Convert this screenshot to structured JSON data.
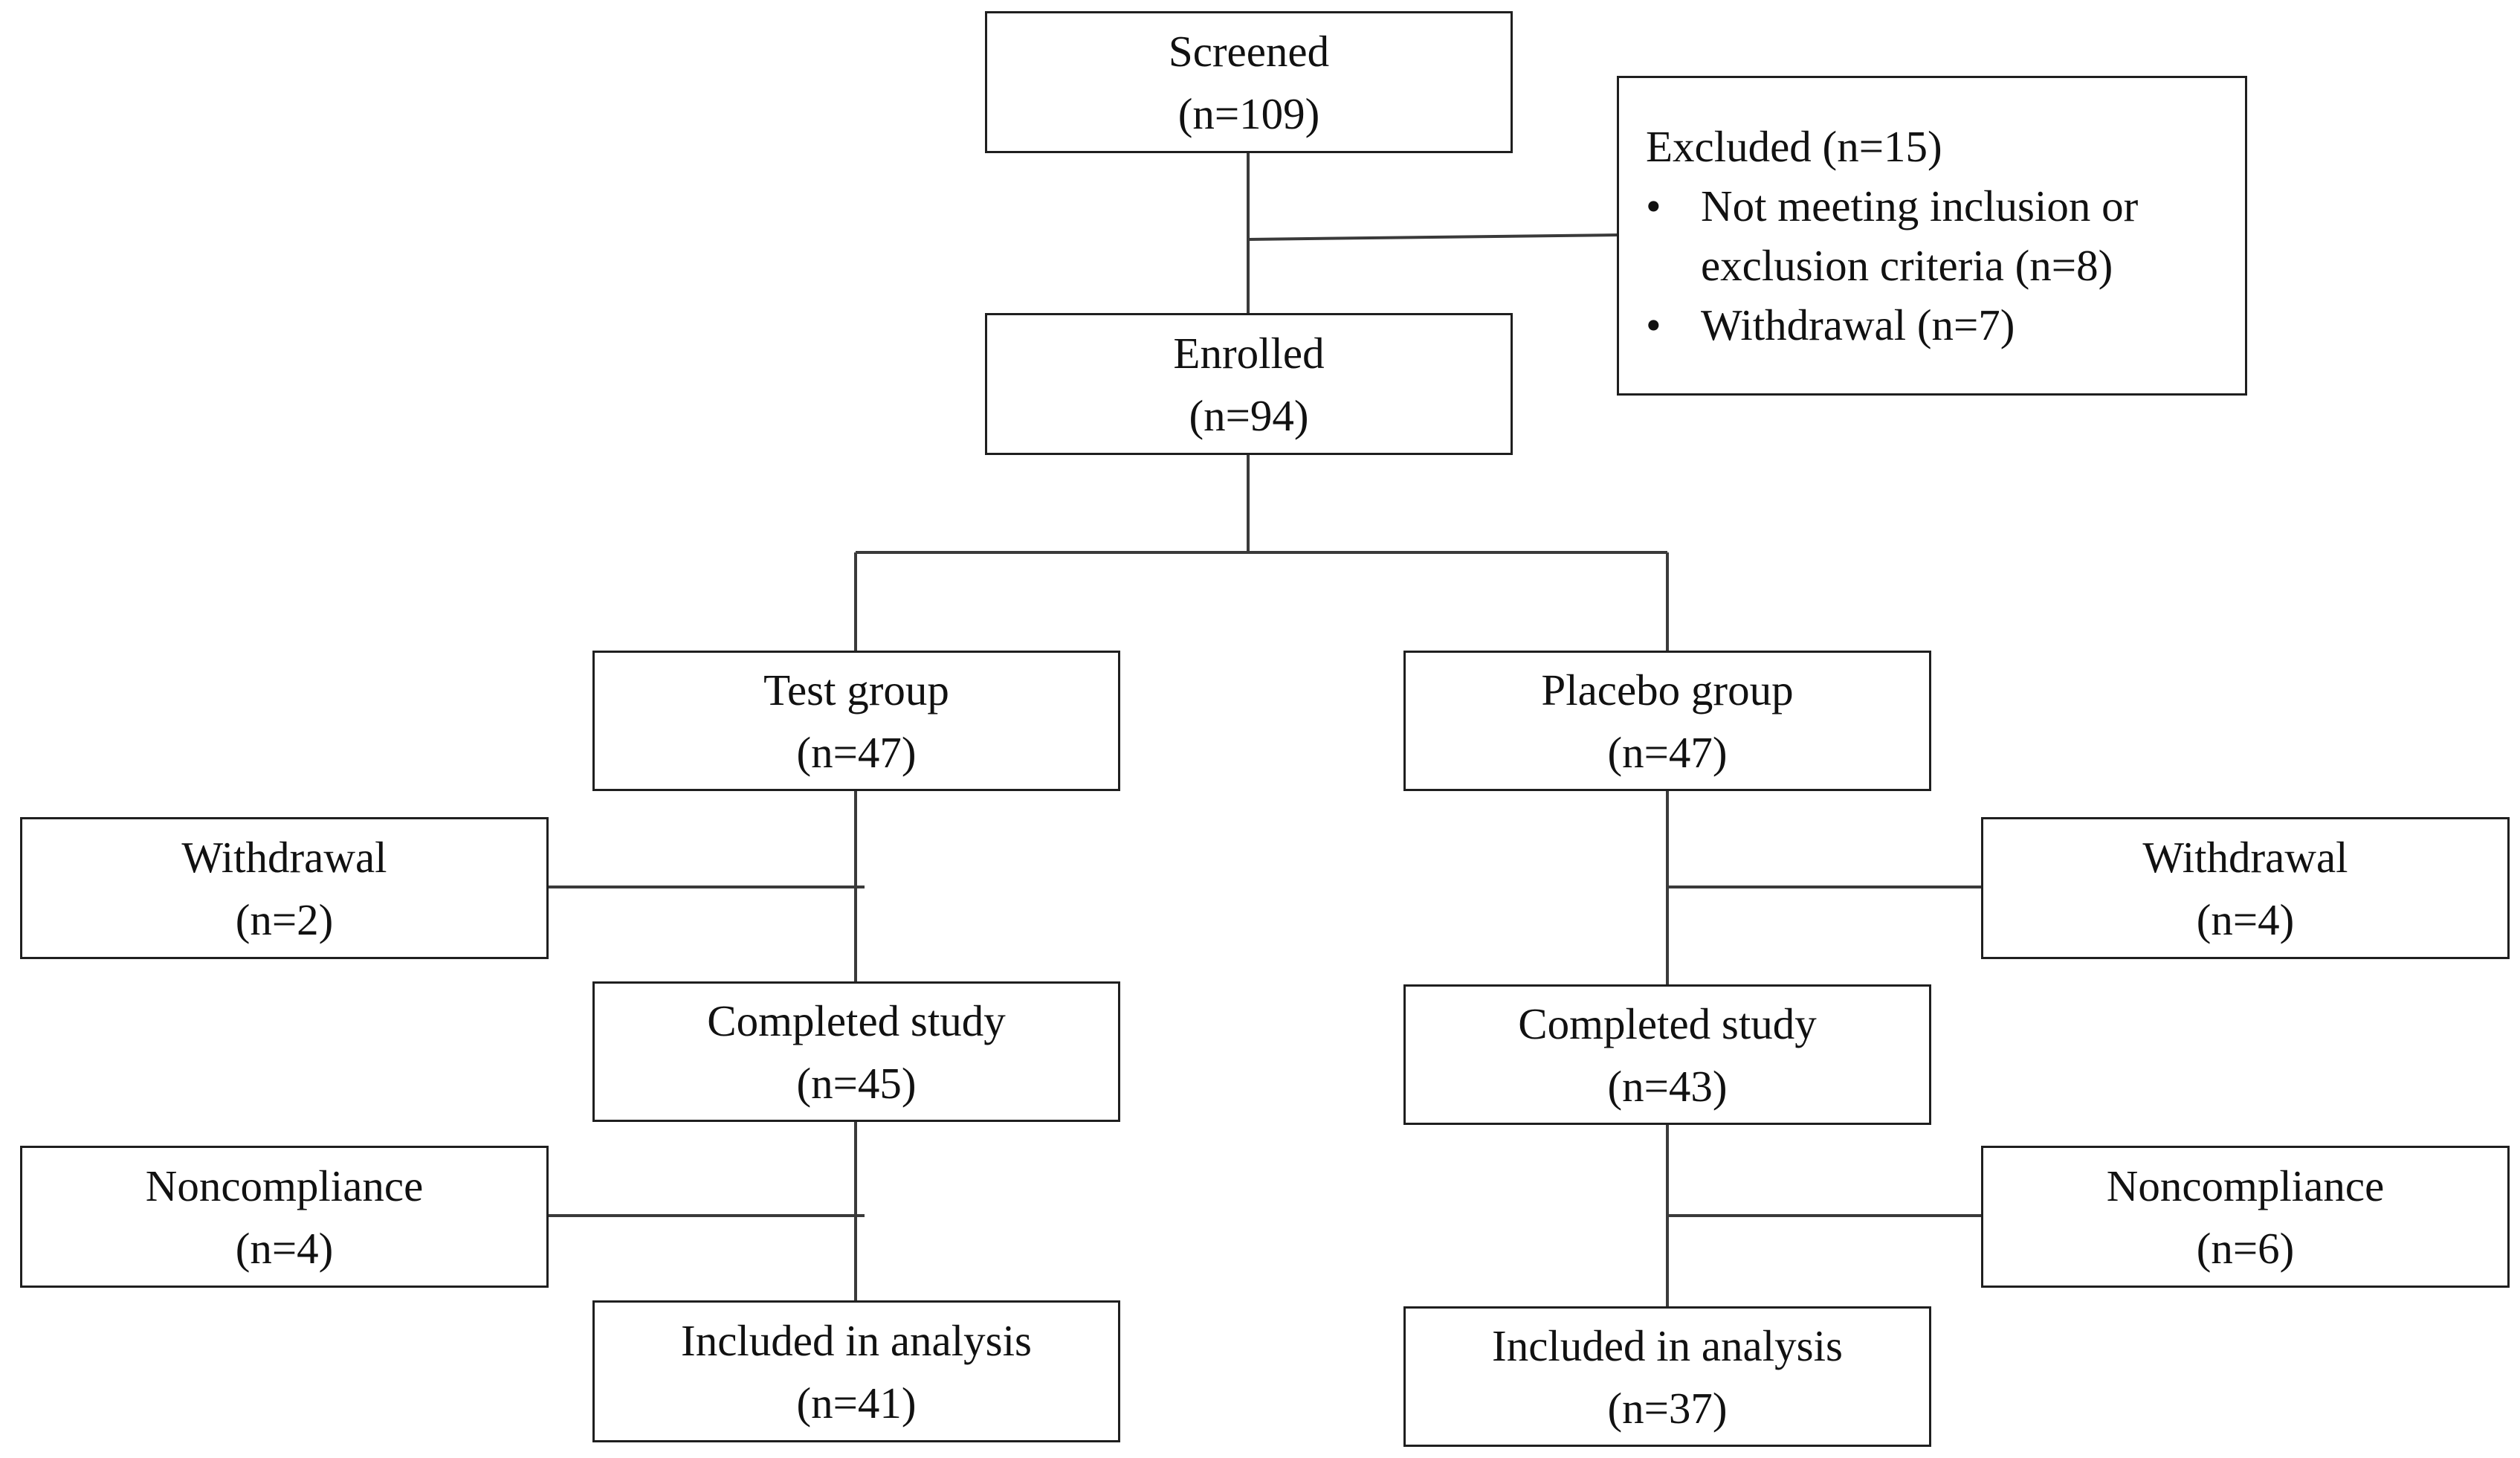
{
  "screened": {
    "label": "Screened",
    "count": "(n=109)"
  },
  "excluded": {
    "title": "Excluded (n=15)",
    "bullet_glyph": "•",
    "items": [
      {
        "line1": "Not meeting inclusion or",
        "line2": "exclusion criteria (n=8)"
      },
      {
        "line1": "Withdrawal (n=7)"
      }
    ]
  },
  "enrolled": {
    "label": "Enrolled",
    "count": "(n=94)"
  },
  "test_group": {
    "label": "Test group",
    "count": "(n=47)",
    "withdrawal": {
      "label": "Withdrawal",
      "count": "(n=2)"
    },
    "completed": {
      "label": "Completed study",
      "count": "(n=45)"
    },
    "noncompliance": {
      "label": "Noncompliance",
      "count": "(n=4)"
    },
    "analysis": {
      "label": "Included in analysis",
      "count": "(n=41)"
    }
  },
  "placebo_group": {
    "label": "Placebo group",
    "count": "(n=47)",
    "withdrawal": {
      "label": "Withdrawal",
      "count": "(n=4)"
    },
    "completed": {
      "label": "Completed study",
      "count": "(n=43)"
    },
    "noncompliance": {
      "label": "Noncompliance",
      "count": "(n=6)"
    },
    "analysis": {
      "label": "Included in analysis",
      "count": "(n=37)"
    }
  }
}
